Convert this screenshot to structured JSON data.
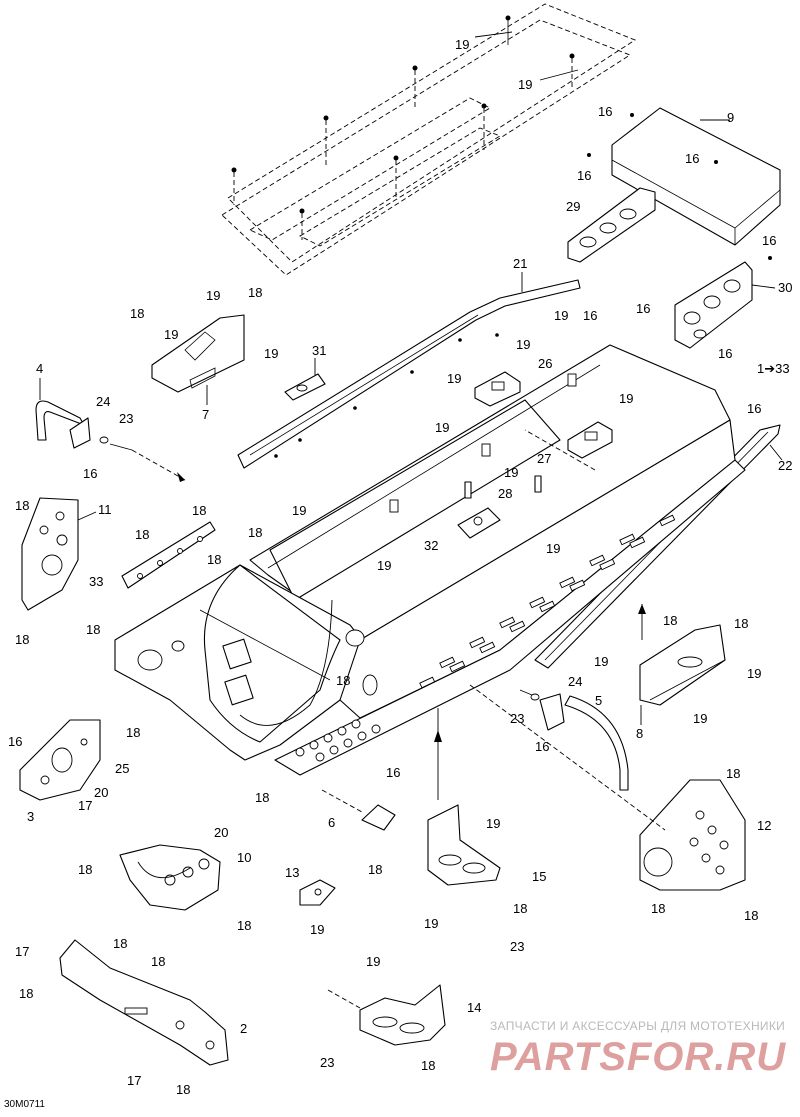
{
  "diagram": {
    "code": "30M0711",
    "callouts": [
      "1➔33",
      "2",
      "3",
      "4",
      "5",
      "6",
      "7",
      "8",
      "9",
      "10",
      "11",
      "12",
      "13",
      "14",
      "15",
      "16",
      "17",
      "18",
      "19",
      "20",
      "21",
      "22",
      "23",
      "24",
      "25",
      "26",
      "27",
      "28",
      "29",
      "30",
      "31",
      "32",
      "33"
    ]
  },
  "watermark": {
    "tagline": "ЗАПЧАСТИ И АКСЕССУАРЫ ДЛЯ МОТОТЕХНИКИ",
    "logo": "PARTSFOR.RU"
  }
}
